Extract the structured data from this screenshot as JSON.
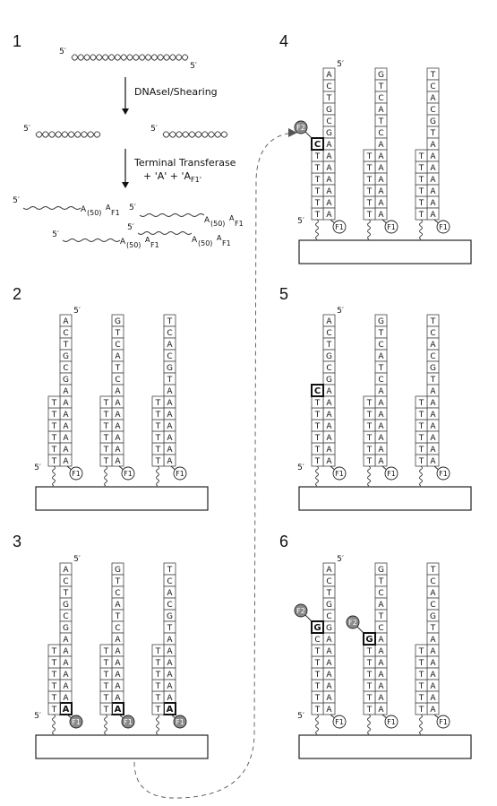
{
  "colors": {
    "line": "#333333",
    "label_fill": "#8a8a8a",
    "bold_box": "#111111"
  },
  "panels": [
    {
      "number": "1"
    },
    {
      "number": "2"
    },
    {
      "number": "3"
    },
    {
      "number": "4"
    },
    {
      "number": "5"
    },
    {
      "number": "6"
    }
  ],
  "panel1": {
    "five_prime": "5′",
    "step1_label": "DNAseI/Shearing",
    "step2_label": "Terminal Transferase",
    "step2_sub": "+ 'A' + 'A",
    "step2_sub_sub": "F1'",
    "tail_text": "A",
    "tail_sub": "(50)",
    "tail_f1_sup": "A",
    "tail_f1": "F1"
  },
  "strands": {
    "template_1": [
      "A",
      "C",
      "T",
      "G",
      "C",
      "G",
      "A",
      "A",
      "A",
      "A",
      "A",
      "A",
      "A"
    ],
    "template_2": [
      "G",
      "T",
      "C",
      "A",
      "T",
      "C",
      "A",
      "A",
      "A",
      "A",
      "A",
      "A",
      "A"
    ],
    "template_3": [
      "T",
      "C",
      "A",
      "C",
      "G",
      "T",
      "A",
      "A",
      "A",
      "A",
      "A",
      "A",
      "A"
    ],
    "primer": [
      "T",
      "T",
      "T",
      "T",
      "T",
      "T"
    ],
    "five_prime": "5′",
    "f1_label": "F1",
    "f2_label": "F2"
  },
  "panel3": {
    "added_base": "A"
  },
  "panel4": {
    "added_base": "C"
  },
  "panel5": {
    "added_base": "C"
  },
  "panel6": {
    "added_base_1": "G",
    "existing_base_1": "C",
    "added_base_2": "G"
  }
}
